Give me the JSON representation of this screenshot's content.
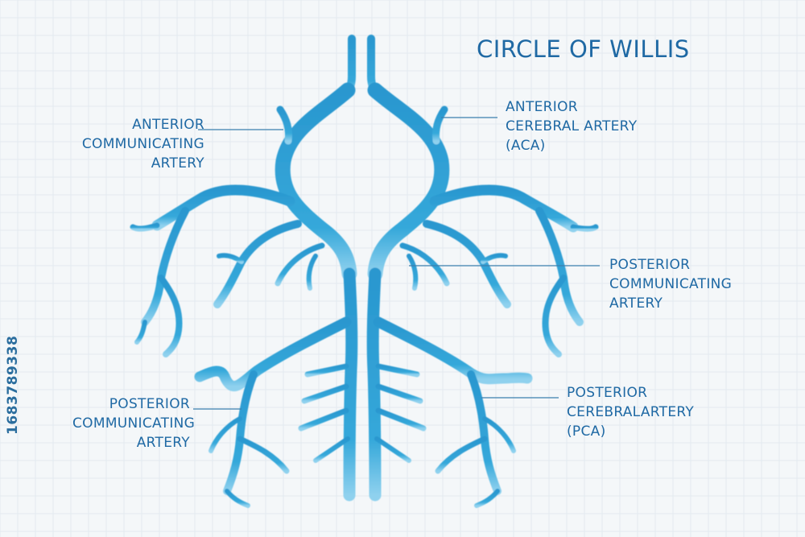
{
  "title": "CIRCLE OF WILLIS",
  "labels": {
    "anterior_communicating": [
      "ANTERIOR",
      "COMMUNICATING",
      "ARTERY"
    ],
    "anterior_cerebral": [
      "ANTERIOR",
      "CEREBRAL ARTERY",
      "(ACA)"
    ],
    "posterior_communicating_right": [
      "POSTERIOR",
      "COMMUNICATING",
      "ARTERY"
    ],
    "posterior_communicating_left": [
      "POSTERIOR",
      "COMMUNICATING",
      "ARTERY"
    ],
    "posterior_cerebral": [
      "POSTERIOR",
      "CEREBRALARTERY",
      "(PCA)"
    ]
  },
  "stock_id": "1683789338",
  "colors": {
    "vessel": "#2d9ed3",
    "vessel_dark": "#1b7fb6",
    "vessel_light": "#7cc8ea",
    "text": "#1f69a4",
    "leader_line": "#3b7fae",
    "grid": "#e3eaef",
    "background": "#f4f7f9"
  }
}
